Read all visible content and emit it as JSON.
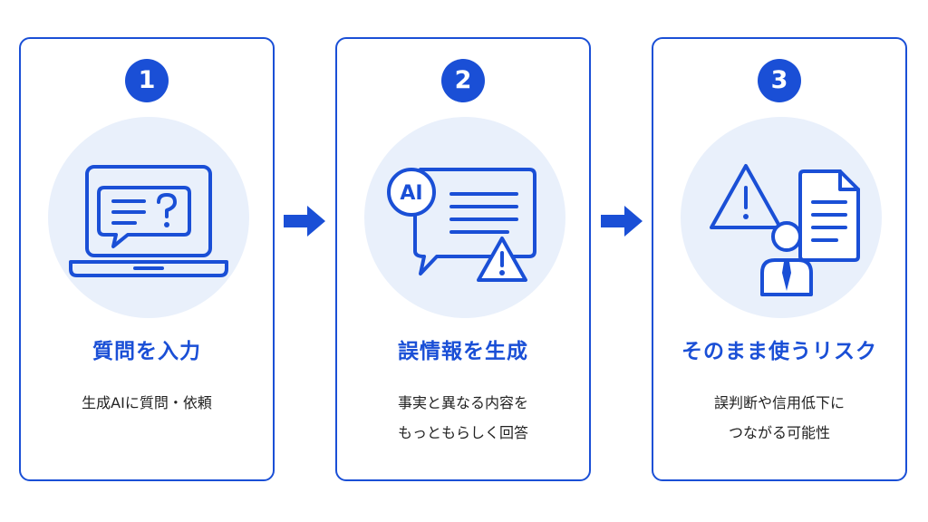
{
  "colors": {
    "accent": "#1a4fd6",
    "circle_bg": "#e9f0fb",
    "text": "#222222"
  },
  "steps": [
    {
      "number": "1",
      "title": "質問を入力",
      "description_lines": [
        "生成AIに質問・依頼"
      ],
      "icon": "laptop-chat-question-icon"
    },
    {
      "number": "2",
      "title": "誤情報を生成",
      "description_lines": [
        "事実と異なる内容を",
        "もっともらしく回答"
      ],
      "icon": "ai-chat-warning-icon",
      "icon_label": "AI"
    },
    {
      "number": "3",
      "title": "そのまま使うリスク",
      "description_lines": [
        "誤判断や信用低下に",
        "つながる可能性"
      ],
      "icon": "warning-person-document-icon"
    }
  ],
  "arrows": [
    "arrow-right-icon",
    "arrow-right-icon"
  ]
}
